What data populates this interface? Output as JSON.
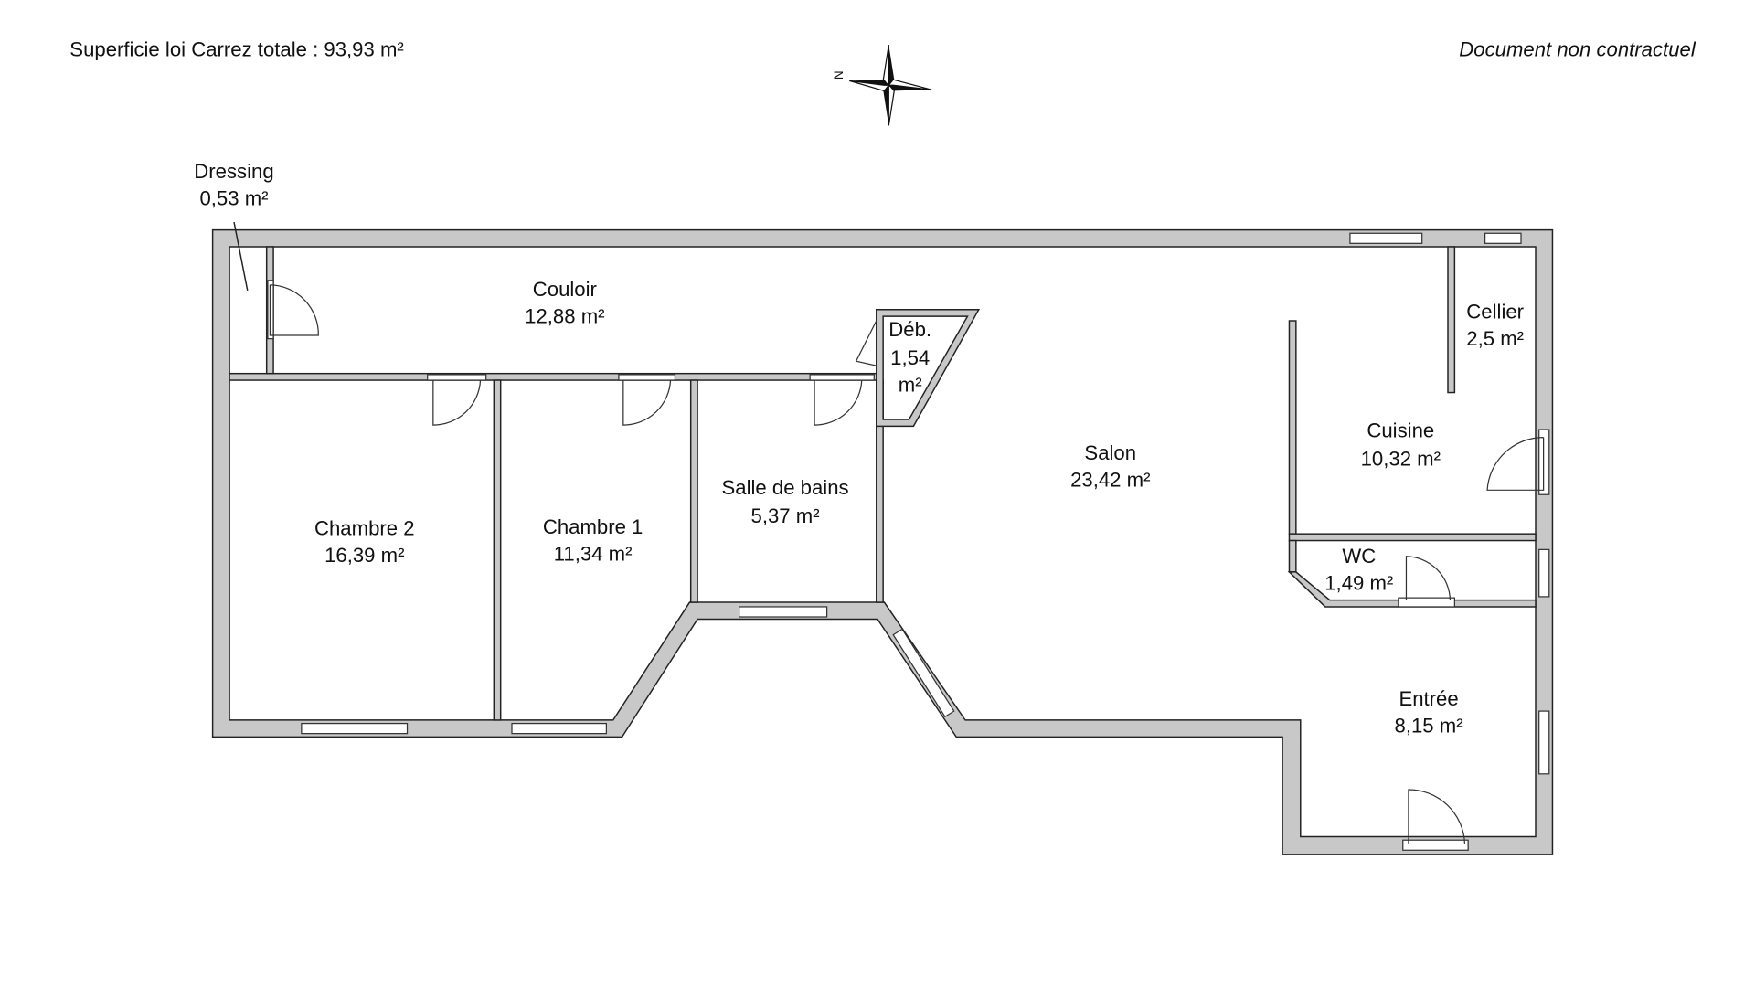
{
  "header": {
    "total_area": "Superficie loi Carrez totale :  93,93 m²",
    "disclaimer": "Document non contractuel",
    "compass_label": "N"
  },
  "rooms": {
    "dressing": {
      "name": "Dressing",
      "area": "0,53 m²"
    },
    "couloir": {
      "name": "Couloir",
      "area": "12,88 m²"
    },
    "deb": {
      "name": "Déb.",
      "area_num": "1,54",
      "area_unit": "m²"
    },
    "cellier": {
      "name": "Cellier",
      "area": "2,5 m²"
    },
    "cuisine": {
      "name": "Cuisine",
      "area": "10,32 m²"
    },
    "salon": {
      "name": "Salon",
      "area": "23,42 m²"
    },
    "salle_de_bains": {
      "name": "Salle de bains",
      "area": "5,37 m²"
    },
    "chambre1": {
      "name": "Chambre 1",
      "area": "11,34 m²"
    },
    "chambre2": {
      "name": "Chambre 2",
      "area": "16,39 m²"
    },
    "wc": {
      "name": "WC",
      "area": "1,49 m²"
    },
    "entree": {
      "name": "Entrée",
      "area": "8,15 m²"
    }
  }
}
